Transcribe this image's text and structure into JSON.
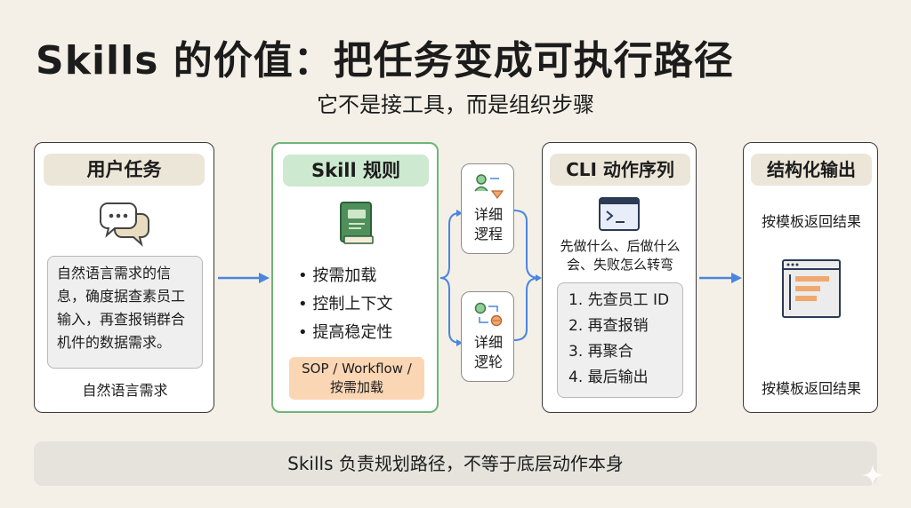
{
  "title": "Skills 的价值：把任务变成可执行路径",
  "subtitle": "它不是接工具，而是组织步骤",
  "user_task": {
    "header": "用户任务",
    "description": "自然语言需求的信息，确度据查素员工输入，再查报销群合机件的数据需求。",
    "footer": "自然语言需求"
  },
  "skill_rules": {
    "header": "Skill 规则",
    "bullets": [
      "按需加载",
      "控制上下文",
      "提高稳定性"
    ],
    "tag": "SOP / Workflow / 按需加载"
  },
  "logic_top": {
    "label": "详细逻程"
  },
  "logic_bottom": {
    "label": "详细逻轮"
  },
  "cli_sequence": {
    "header": "CLI 动作序列",
    "description": "先做什么、后做什么会、失败怎么转弯",
    "steps": [
      "1. 先查员工 ID",
      "2. 再查报销",
      "3. 再聚合",
      "4. 最后输出"
    ]
  },
  "structured_output": {
    "header": "结构化输出",
    "top_label": "按模板返回结果",
    "bottom_label": "按模板返回结果"
  },
  "footer": "Skills 负责规划路径，不等于底层动作本身",
  "colors": {
    "background": "#f4f0e7",
    "arrow": "#4a86dd",
    "green_border": "#6fb47a",
    "green_header": "#cde9cf",
    "tag": "#fbd6b5",
    "book": "#4f8f5c"
  }
}
